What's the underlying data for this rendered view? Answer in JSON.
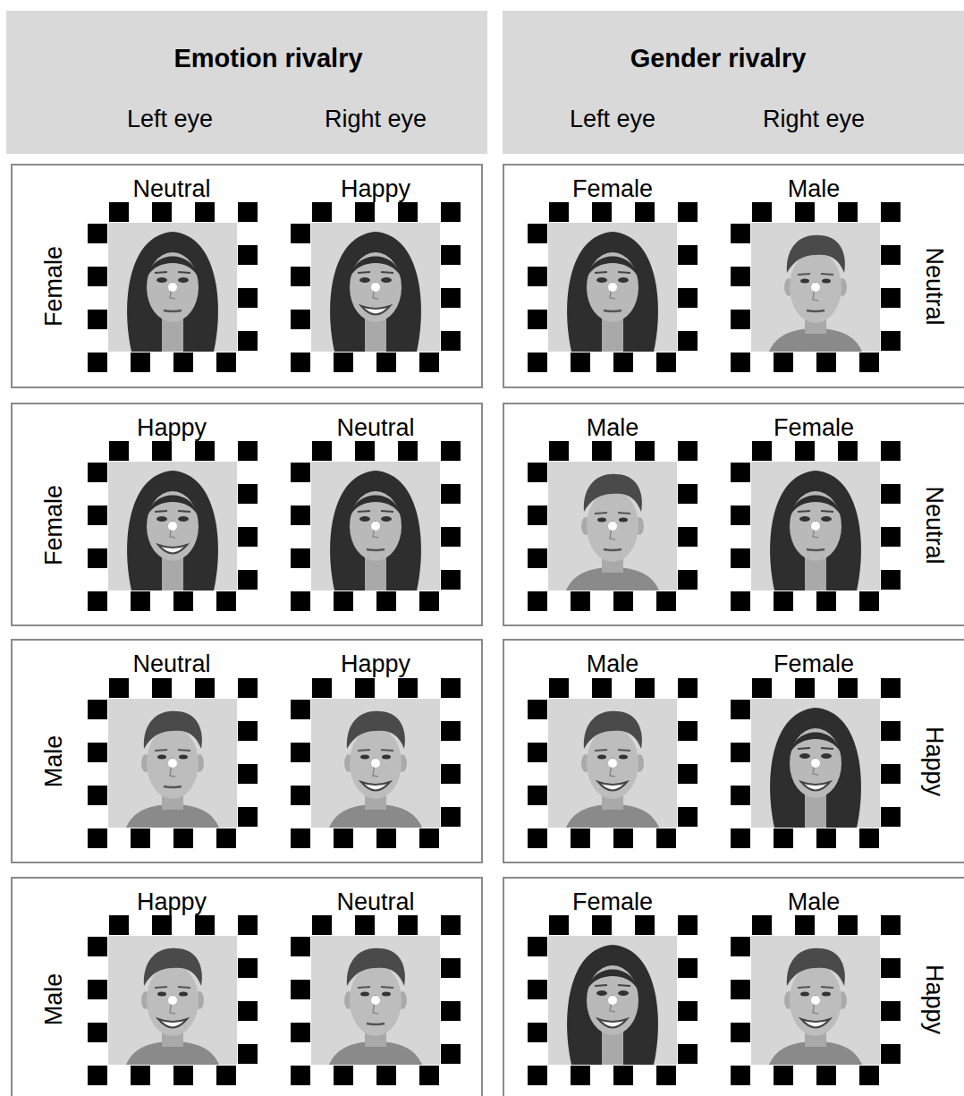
{
  "diagram": {
    "nodes": [
      {
        "text": [
          "Emotion rivalry",
          "Left eye",
          "Right eye"
        ]
      },
      {
        "text": [
          "Gender rivalry",
          "Left eye",
          "Right eye"
        ]
      },
      {
        "text": [
          "Female",
          "Neutral",
          "Happy"
        ]
      },
      {
        "text": [
          "Female",
          "Male",
          "Neutral"
        ]
      },
      {
        "text": [
          "Female",
          "Happy",
          "Neutral"
        ]
      },
      {
        "text": [
          "Male",
          "Female",
          "Neutral"
        ]
      },
      {
        "text": [
          "Male",
          "Neutral",
          "Happy"
        ]
      },
      {
        "text": [
          "Male",
          "Female",
          "Happy"
        ]
      },
      {
        "text": [
          "Male",
          "Happy",
          "Neutral"
        ]
      },
      {
        "text": [
          "Female",
          "Male",
          "Happy"
        ]
      }
    ]
  }
}
